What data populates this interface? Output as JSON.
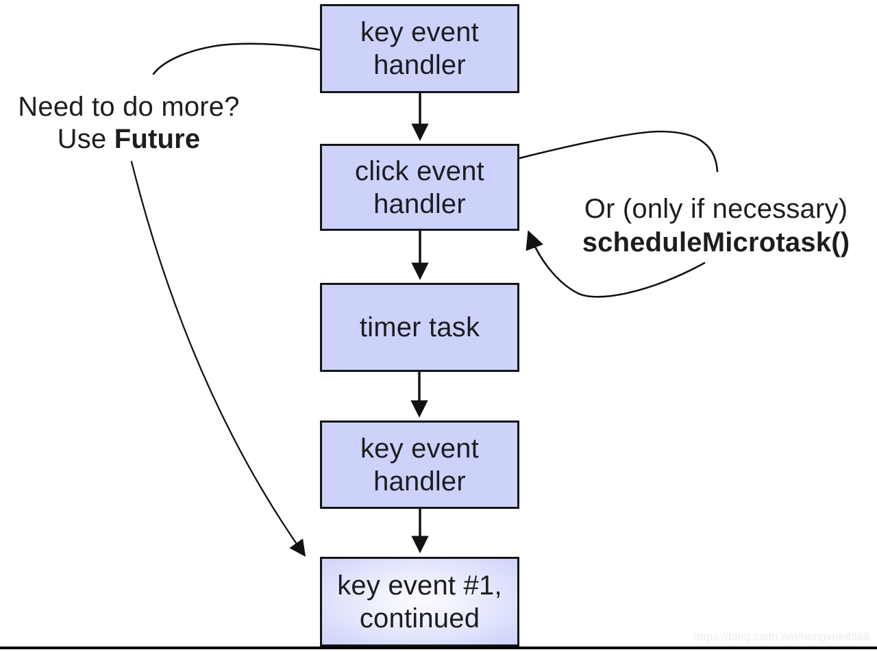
{
  "diagram": {
    "boxes": [
      {
        "label": "key event\nhandler"
      },
      {
        "label": "click event\nhandler"
      },
      {
        "label": "timer task"
      },
      {
        "label": "key event\nhandler"
      },
      {
        "label": "key event #1,\ncontinued"
      }
    ],
    "annotations": {
      "left": {
        "line1": "Need to do more?",
        "line2_prefix": "Use ",
        "line2_bold": "Future"
      },
      "right": {
        "line1": "Or (only if necessary)",
        "line2_bold": "scheduleMicrotask()"
      }
    },
    "colors": {
      "box_fill": "#ccd2fa",
      "box_border": "#141414",
      "line": "#121212",
      "text": "#1d1d1f",
      "watermark": "#ececec"
    }
  },
  "watermark": {
    "text": "https://blog.csdn.net/hongxue8888"
  }
}
